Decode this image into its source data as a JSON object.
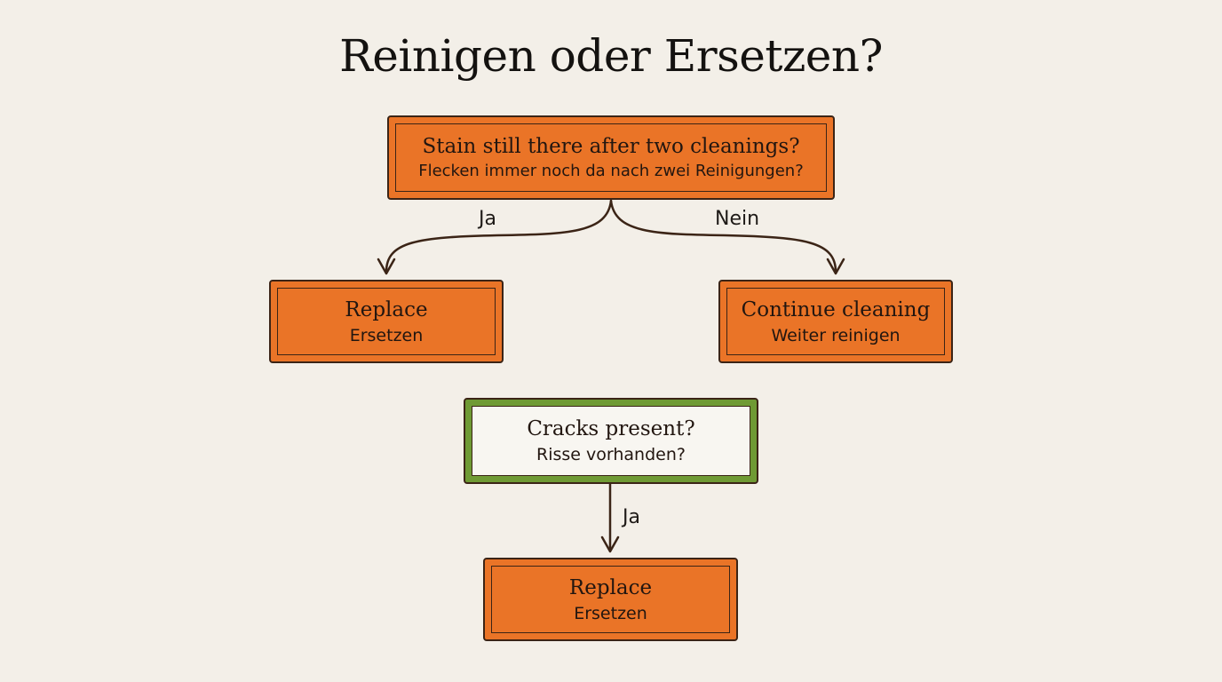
{
  "title": "Reinigen oder Ersetzen?",
  "nodes": {
    "stain_question": {
      "primary": "Stain still there after two cleanings?",
      "secondary": "Flecken immer noch da nach zwei Reinigungen?"
    },
    "replace_1": {
      "primary": "Replace",
      "secondary": "Ersetzen"
    },
    "continue_cleaning": {
      "primary": "Continue cleaning",
      "secondary": "Weiter reinigen"
    },
    "cracks_question": {
      "primary": "Cracks present?",
      "secondary": "Risse vorhanden?"
    },
    "replace_2": {
      "primary": "Replace",
      "secondary": "Ersetzen"
    }
  },
  "edges": {
    "stain_yes": "Ja",
    "stain_no": "Nein",
    "cracks_yes": "Ja"
  },
  "colors": {
    "action_box": "#ea7427",
    "question_box_border": "#6f9a34",
    "outline": "#3b2416",
    "background": "#f3efe8"
  }
}
